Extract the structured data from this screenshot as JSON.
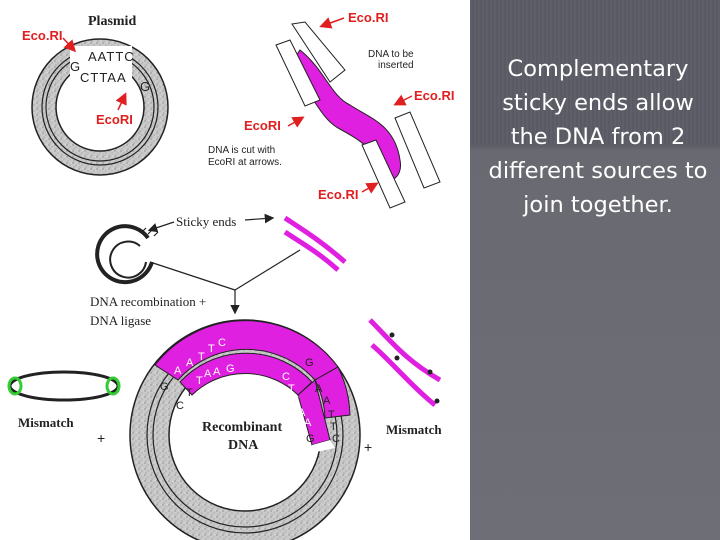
{
  "figure": {
    "plasmid_title": "Plasmid",
    "ecori": "Eco.RI",
    "ecori_red": "EcoRI",
    "plasmid_top_strand": "AATTC",
    "plasmid_top_left": "G",
    "plasmid_bottom_strand": "CTTAA",
    "plasmid_bottom_right": "G",
    "dna_insert_note_line1": "DNA to be",
    "dna_insert_note_line2": "inserted",
    "cut_note_line1": "DNA is cut with",
    "cut_note_line2": "EcoRI at arrows.",
    "sticky_ends": "Sticky ends",
    "recombination_line1": "DNA recombination +",
    "recombination_line2": "DNA ligase",
    "mismatch": "Mismatch",
    "plus": "+",
    "recombinant_line1": "Recombinant",
    "recombinant_line2": "DNA"
  },
  "caption": "Complementary sticky ends allow the DNA from 2 different sources to join together.",
  "colors": {
    "magenta": "#e020e0",
    "red_label": "#e02020",
    "panel": "#65656d",
    "green_highlight": "#33cc33"
  }
}
